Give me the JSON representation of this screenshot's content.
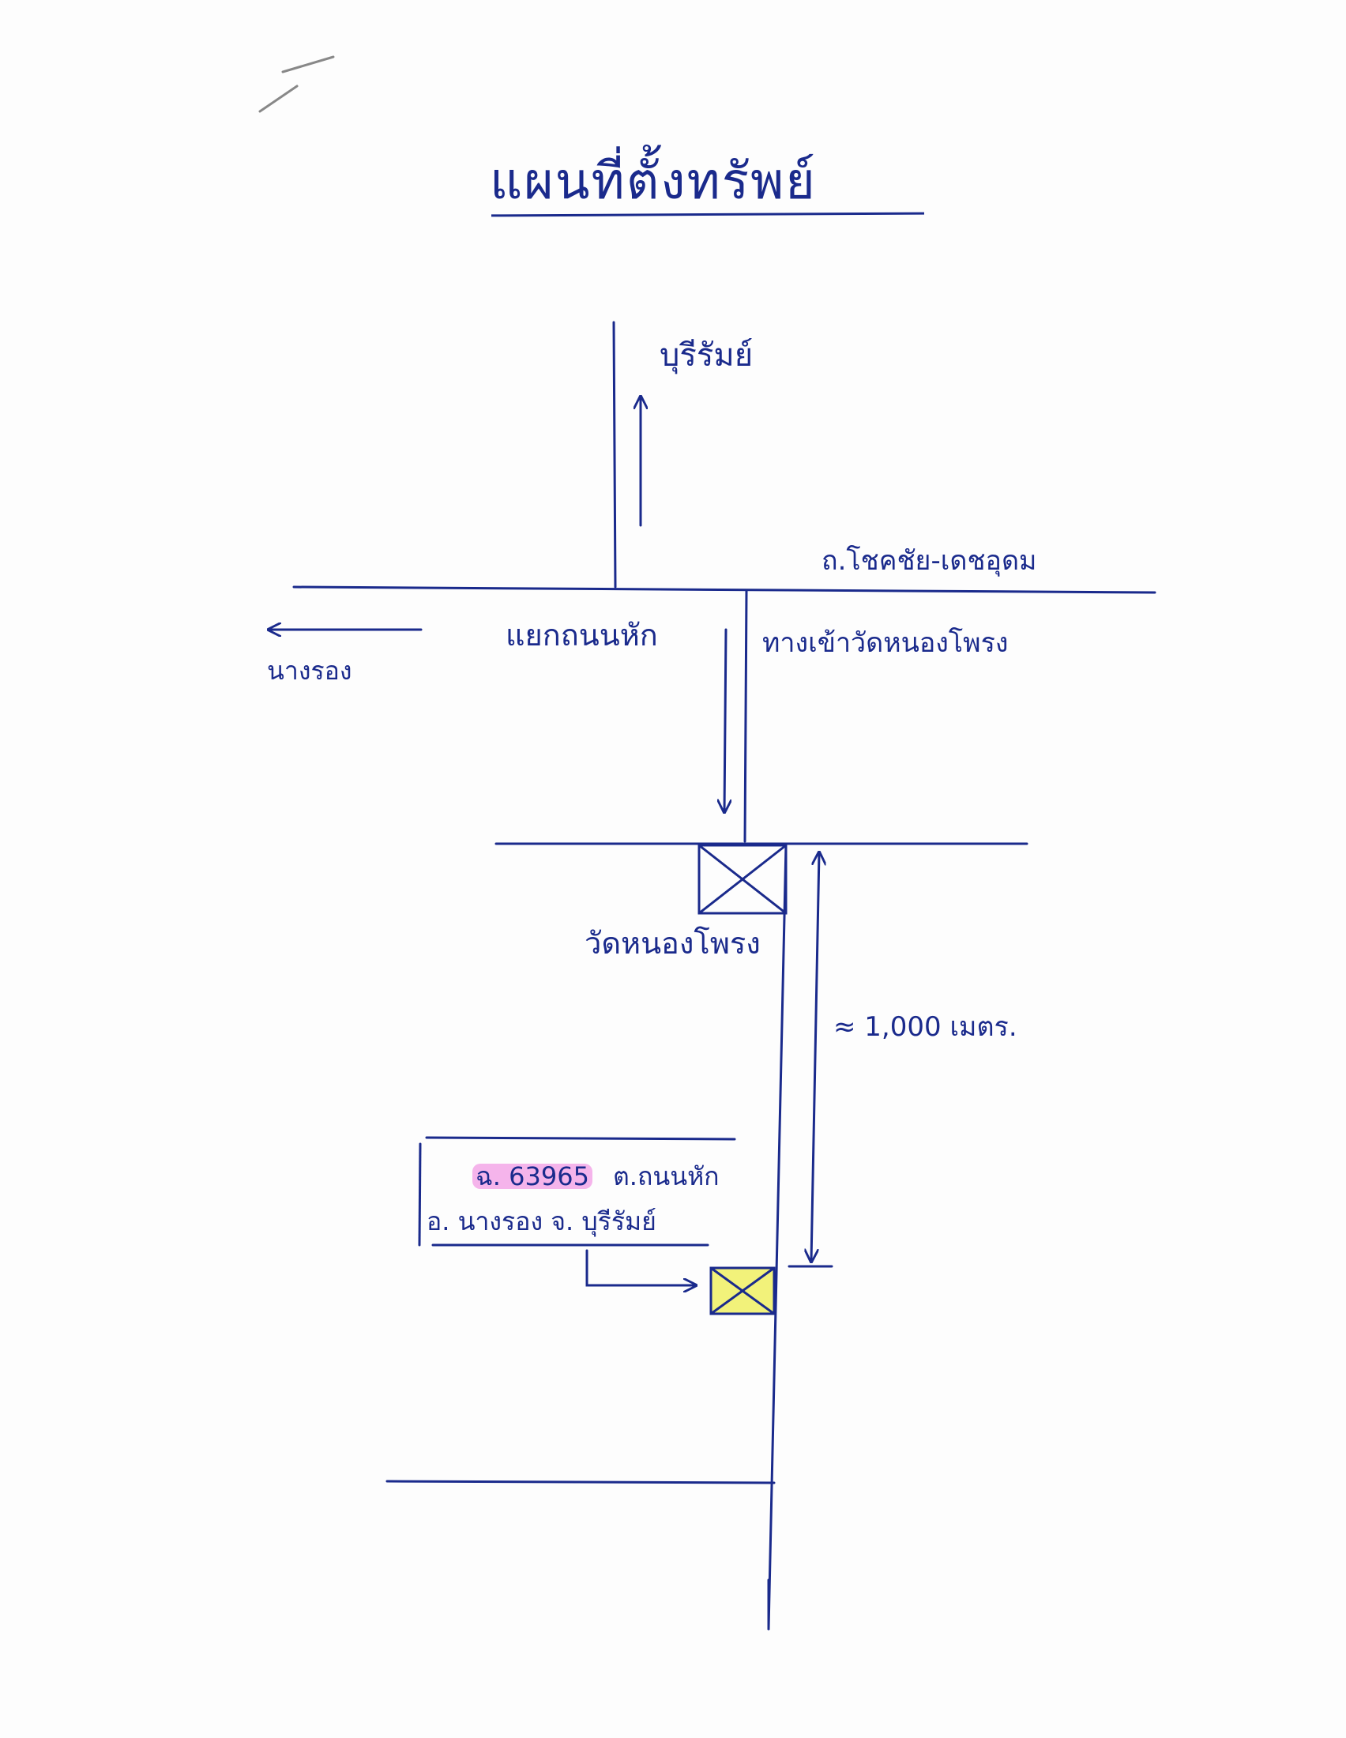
{
  "title": "แผนที่ตั้งทรัพย์",
  "labels": {
    "buriram": "บุรีรัมย์",
    "road_name": "ถ.โชคชัย-เดชอุดม",
    "junction": "แยกถนนหัก",
    "temple_way": "ทางเข้าวัดหนองโพรง",
    "nangrong": "นางรอง",
    "temple": "วัดหนองโพรง",
    "distance": "≈ 1,000 เมตร."
  },
  "property": {
    "deed_number": "ฉ. 63965",
    "subdistrict": "ต.ถนนหัก",
    "location": "อ. นางรอง จ. บุรีรัมย์"
  },
  "colors": {
    "ink": "#1a2a8c",
    "deed_highlight": "#ee78dc",
    "property_fill": "#f2f27a"
  },
  "icons": {
    "temple_marker": "crossed-box-icon",
    "property_marker": "crossed-box-icon",
    "direction": "arrow-icon"
  }
}
